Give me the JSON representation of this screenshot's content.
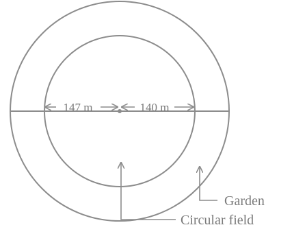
{
  "colors": {
    "line": "#8c8c8c",
    "text": "#7a7a7a",
    "background": "#ffffff"
  },
  "dimensions": {
    "left": "147 m",
    "right": "140 m"
  },
  "labels": {
    "garden": "Garden",
    "field": "Circular field"
  }
}
